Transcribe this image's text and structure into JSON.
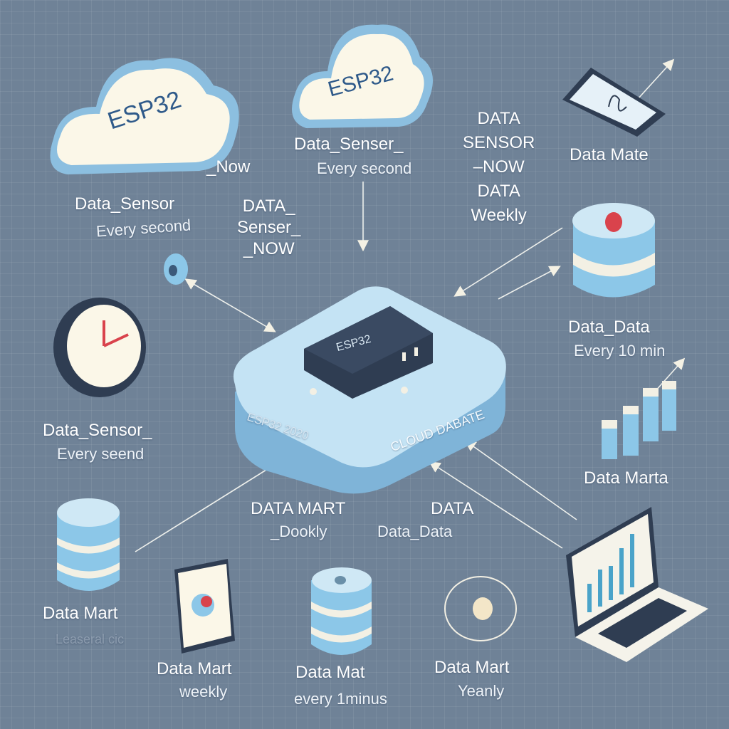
{
  "colors": {
    "background": "#6f8297",
    "light_blue": "#bfe3f5",
    "mid_blue": "#8ec6e6",
    "dark_navy": "#2f3d52",
    "cream": "#fbf6e6",
    "red": "#d9434c"
  },
  "cloud_left": {
    "chip_label": "ESP32",
    "title": "Data_Sensor",
    "suffix": "_Now",
    "subtitle": "Every second"
  },
  "cloud_top": {
    "chip_label": "ESP32",
    "title": "Data_Senser_",
    "subtitle": "Every second"
  },
  "note_top_left": {
    "lines": [
      "DATA_",
      "Senser_",
      "_NOW"
    ]
  },
  "note_top_right": {
    "lines": [
      "DATA",
      "SENSOR",
      "–NOW",
      "DATA",
      "Weekly"
    ]
  },
  "phone": {
    "label": "Data Mate"
  },
  "database_right": {
    "title": "Data_Data",
    "subtitle": "Every 10 min"
  },
  "bar_chart": {
    "label": "Data Marta"
  },
  "clock": {
    "title": "Data_Sensor_",
    "subtitle": "Every seend"
  },
  "hub": {
    "device_label": "ESP32",
    "side_label_left": "ESP32 2020",
    "side_label_right": "CLOUD DABATE"
  },
  "center_labels": {
    "left": {
      "title": "DATA MART",
      "subtitle": "_Dookly"
    },
    "right": {
      "title": "DATA",
      "subtitle": "Data_Data"
    }
  },
  "database_left": {
    "title": "Data Mart",
    "subtitle": "Leaseral cic"
  },
  "notepad": {
    "title": "Data Mart",
    "subtitle": "weekly"
  },
  "database_bottom": {
    "title": "Data Mat",
    "subtitle": "every 1minus"
  },
  "circle_node": {
    "title": "Data Mart",
    "subtitle": "Yeanly"
  },
  "laptop": {}
}
